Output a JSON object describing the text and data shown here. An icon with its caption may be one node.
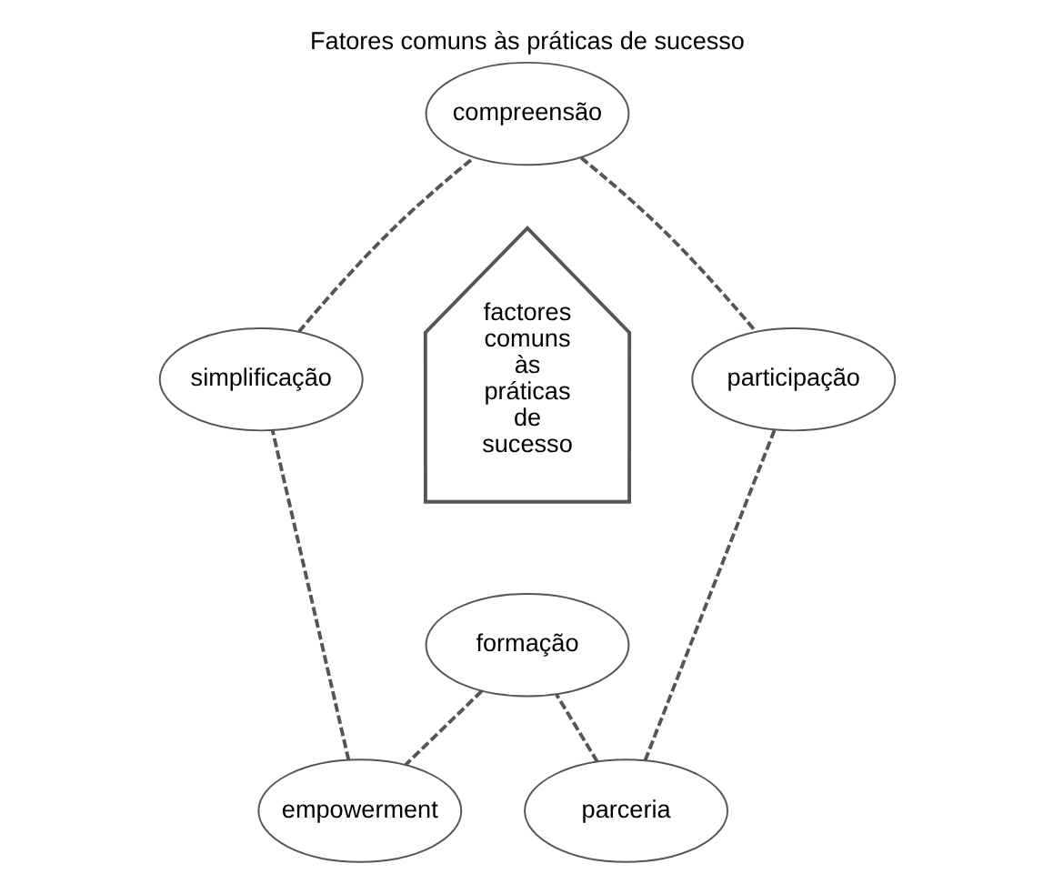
{
  "diagram": {
    "title": "Fatores comuns às práticas de sucesso",
    "nodes": [
      {
        "text": [
          "compreensão"
        ]
      },
      {
        "text": [
          "simplificação"
        ]
      },
      {
        "text": [
          "participação"
        ]
      },
      {
        "text": [
          "factores comuns às práticas de sucesso"
        ]
      },
      {
        "text": [
          "empowerment"
        ]
      },
      {
        "text": [
          "parceria"
        ]
      },
      {
        "text": [
          "formação"
        ]
      }
    ],
    "edges": [
      {
        "from": 0,
        "to": 2,
        "arrow": "none",
        "style": "dashed"
      },
      {
        "from": 2,
        "to": 5,
        "arrow": "none",
        "style": "dashed"
      },
      {
        "from": 5,
        "to": 6,
        "arrow": "none",
        "style": "dashed"
      },
      {
        "from": 6,
        "to": 4,
        "arrow": "none",
        "style": "dashed"
      },
      {
        "from": 4,
        "to": 1,
        "arrow": "none",
        "style": "dashed"
      },
      {
        "from": 1,
        "to": 0,
        "arrow": "none",
        "style": "dashed"
      }
    ]
  }
}
